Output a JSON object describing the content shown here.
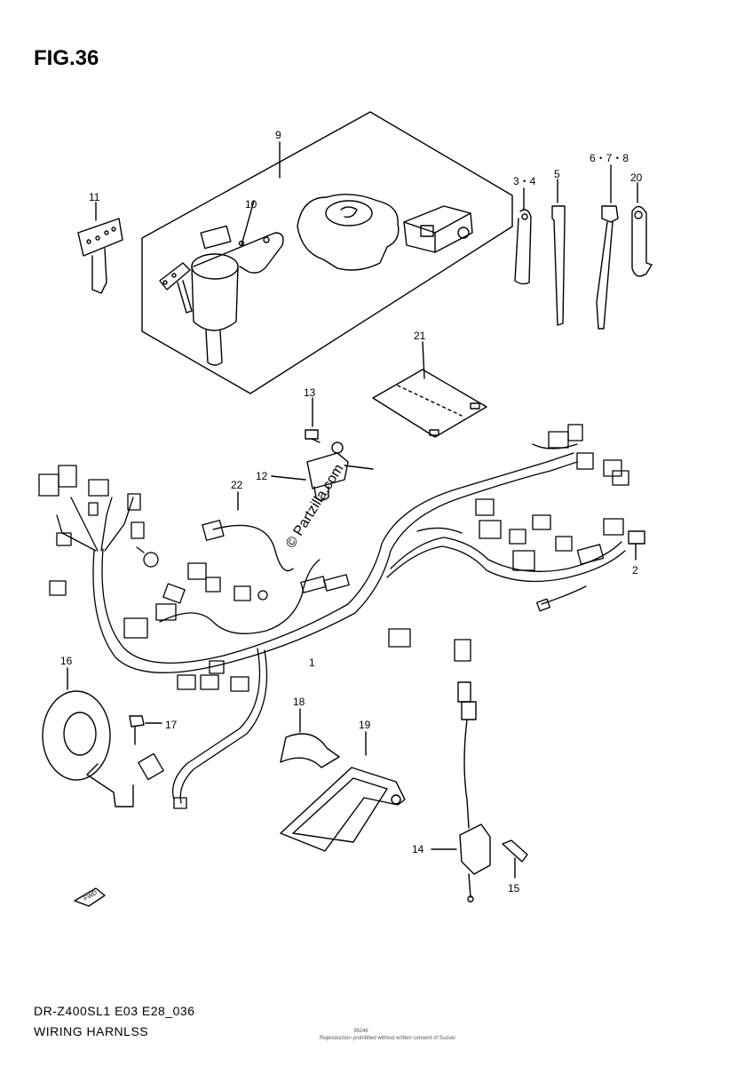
{
  "figure": {
    "title": "FIG.36",
    "model_code": "DR-Z400SL1 E03 E28_036",
    "section_name": "WIRING HARNLSS",
    "watermark": "© Partzilla.com",
    "page_code": "36246",
    "copyright_note": "Reproduction prohibited without written consent of Suzuki"
  },
  "callouts": {
    "c1": "1",
    "c2": "2",
    "c34": "3・4",
    "c5": "5",
    "c678": "6・7・8",
    "c9": "9",
    "c10": "10",
    "c11": "11",
    "c12": "12",
    "c13": "13",
    "c14": "14",
    "c15": "15",
    "c16": "16",
    "c17": "17",
    "c18": "18",
    "c19": "19",
    "c20": "20",
    "c21": "21",
    "c22": "22"
  },
  "fwd_label": "FWD",
  "colors": {
    "ink": "#000000",
    "paper": "#ffffff"
  }
}
